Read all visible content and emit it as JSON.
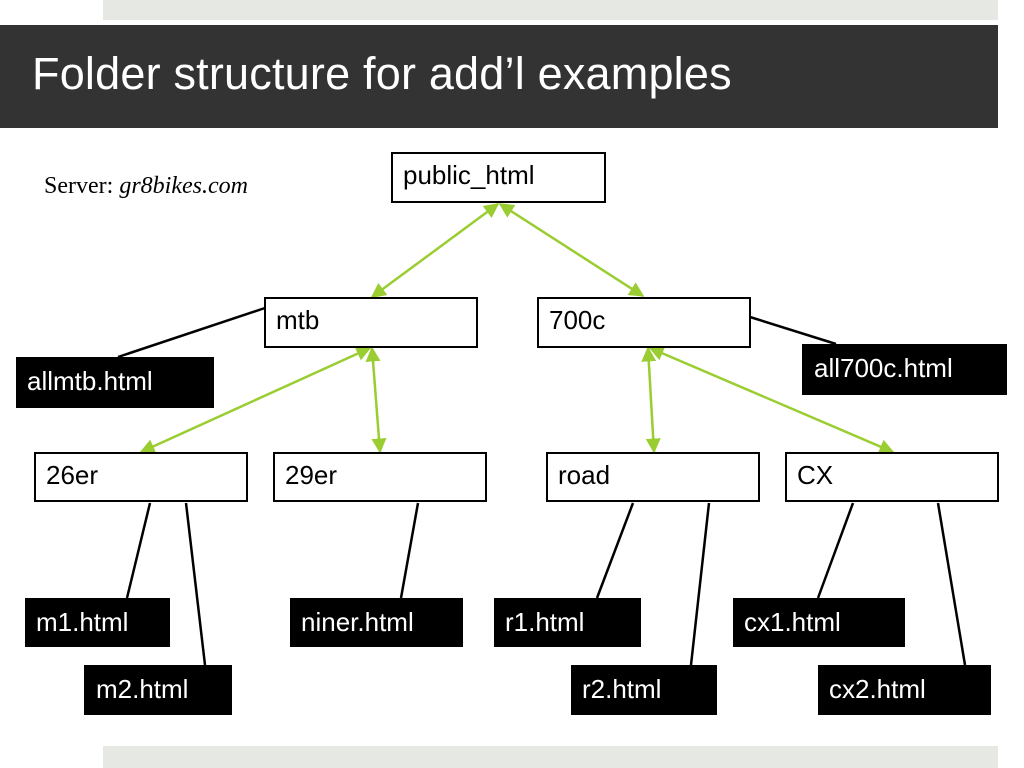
{
  "slide": {
    "title": "Folder structure for add’l examples",
    "server_prefix": "Server:",
    "server_name": "gr8bikes.com"
  },
  "colors": {
    "title_bar": "#333333",
    "accent_strip": "#e6e8e3",
    "link_arrow": "#9acd32"
  },
  "folders": {
    "public_html": "public_html",
    "mtb": "mtb",
    "c700": "700c",
    "er26": "26er",
    "er29": "29er",
    "road": "road",
    "cx": "CX"
  },
  "files": {
    "allmtb": "allmtb.html",
    "all700c": "all700c.html",
    "m1": "m1.html",
    "m2": "m2.html",
    "niner": "niner.html",
    "r1": "r1.html",
    "r2": "r2.html",
    "cx1": "cx1.html",
    "cx2": "cx2.html"
  }
}
